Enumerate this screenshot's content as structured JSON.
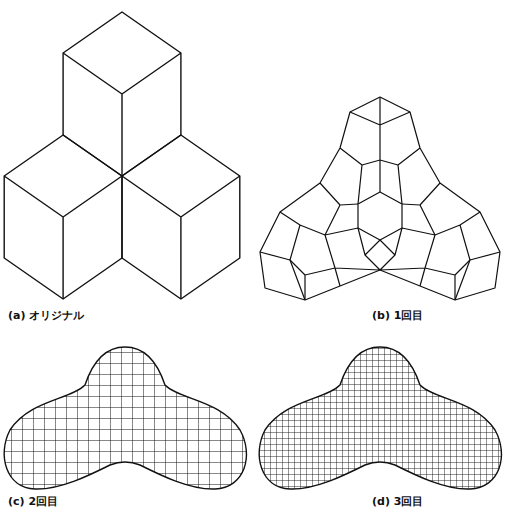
{
  "diagram": {
    "labels": [
      "(a) オリジナル",
      "(b) 1回目",
      "(c) 2回目",
      "(d) 3回目"
    ]
  }
}
